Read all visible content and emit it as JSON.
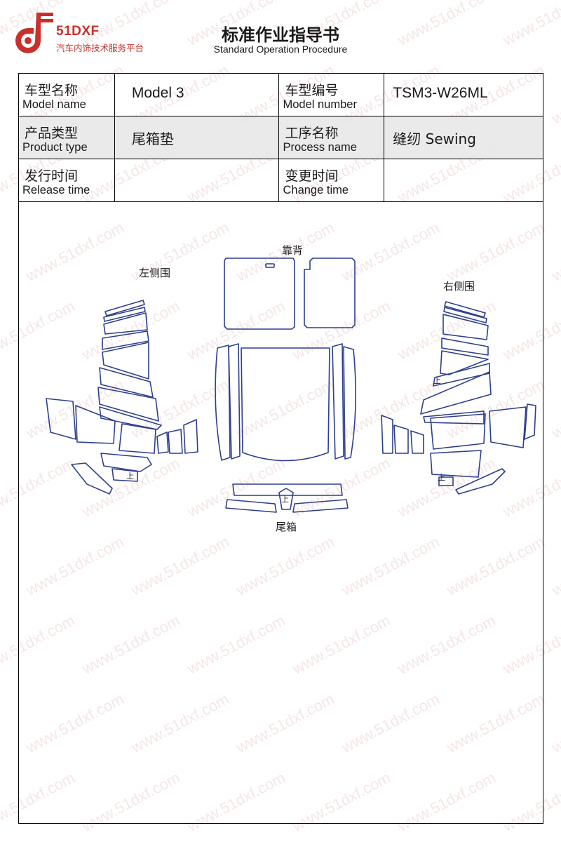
{
  "brand": {
    "name": "51DXF",
    "tagline": "汽车内饰技术服务平台",
    "color": "#c9302c"
  },
  "document": {
    "title": "标准作业指导书",
    "subtitle": "Standard Operation Procedure"
  },
  "info_table": {
    "model_name": {
      "label_cn": "车型名称",
      "label_en": "Model name",
      "value": "Model 3"
    },
    "model_number": {
      "label_cn": "车型编号",
      "label_en": "Model number",
      "value": "TSM3-W26ML"
    },
    "product_type": {
      "label_cn": "产品类型",
      "label_en": "Product type",
      "value": "尾箱垫"
    },
    "process_name": {
      "label_cn": "工序名称",
      "label_en": "Process name",
      "value": "缝纫 Sewing"
    },
    "release_time": {
      "label_cn": "发行时间",
      "label_en": "Release time",
      "value": ""
    },
    "change_time": {
      "label_cn": "变更时间",
      "label_en": "Change time",
      "value": ""
    }
  },
  "drawing": {
    "labels": {
      "left_side": "左侧围",
      "backrest": "靠背",
      "right_side": "右侧围",
      "trunk": "尾箱"
    },
    "up_marker": "上",
    "outline_color": "#2d3f8f"
  },
  "watermark": "www.51dxf.com"
}
